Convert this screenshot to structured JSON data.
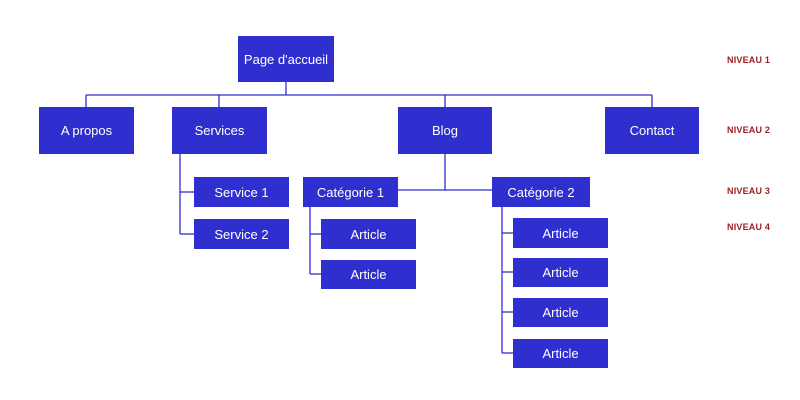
{
  "diagram": {
    "nodes": {
      "home": "Page d'accueil",
      "about": "A propos",
      "services": "Services",
      "blog": "Blog",
      "contact": "Contact",
      "service1": "Service 1",
      "service2": "Service 2",
      "category1": "Catégorie 1",
      "category2": "Catégorie 2",
      "category1_articles": [
        "Article",
        "Article"
      ],
      "category2_articles": [
        "Article",
        "Article",
        "Article",
        "Article"
      ]
    },
    "levels": [
      "NIVEAU 1",
      "NIVEAU 2",
      "NIVEAU 3",
      "NIVEAU 4"
    ],
    "edges": [
      [
        "home",
        "about"
      ],
      [
        "home",
        "services"
      ],
      [
        "home",
        "blog"
      ],
      [
        "home",
        "contact"
      ],
      [
        "services",
        "service1"
      ],
      [
        "services",
        "service2"
      ],
      [
        "blog",
        "category1"
      ],
      [
        "blog",
        "category2"
      ],
      [
        "category1",
        "category1_articles"
      ],
      [
        "category2",
        "category2_articles"
      ]
    ],
    "colors": {
      "node_fill": "#2f2fcf",
      "node_text": "#ffffff",
      "connector": "#2f2fcf",
      "level_label": "#9a1f1f",
      "background": "#ffffff"
    }
  }
}
